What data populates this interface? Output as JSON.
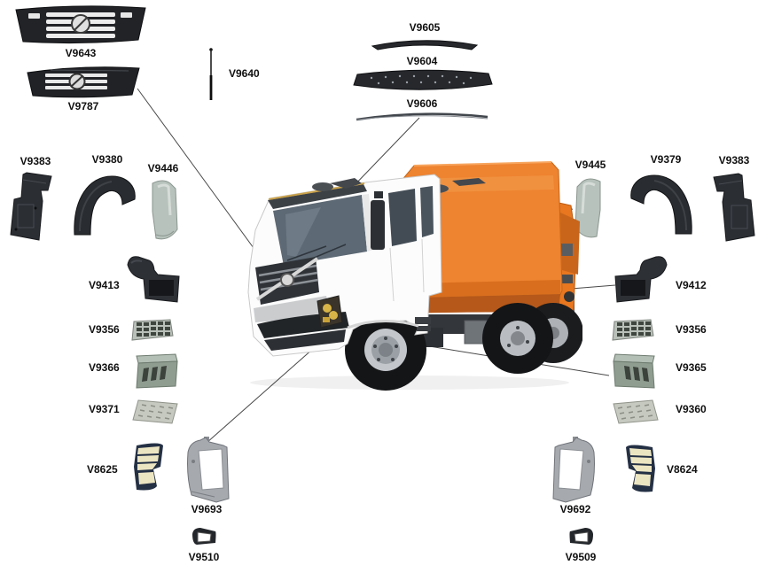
{
  "parts": {
    "v9643": {
      "label": "V9643"
    },
    "v9787": {
      "label": "V9787"
    },
    "v9640": {
      "label": "V9640"
    },
    "v9605": {
      "label": "V9605"
    },
    "v9604": {
      "label": "V9604"
    },
    "v9606": {
      "label": "V9606"
    },
    "v9383_left": {
      "label": "V9383"
    },
    "v9380": {
      "label": "V9380"
    },
    "v9446": {
      "label": "V9446"
    },
    "v9413": {
      "label": "V9413"
    },
    "v9356_left": {
      "label": "V9356"
    },
    "v9366": {
      "label": "V9366"
    },
    "v9371": {
      "label": "V9371"
    },
    "v8625": {
      "label": "V8625"
    },
    "v9693": {
      "label": "V9693"
    },
    "v9510": {
      "label": "V9510"
    },
    "v9445": {
      "label": "V9445"
    },
    "v9379": {
      "label": "V9379"
    },
    "v9383_right": {
      "label": "V9383"
    },
    "v9412": {
      "label": "V9412"
    },
    "v9356_right": {
      "label": "V9356"
    },
    "v9365": {
      "label": "V9365"
    },
    "v9360": {
      "label": "V9360"
    },
    "v9692": {
      "label": "V9692"
    },
    "v8624": {
      "label": "V8624"
    },
    "v9509": {
      "label": "V9509"
    }
  },
  "colors": {
    "truck_body_orange": "#EE8330",
    "cab_white": "#FCFCFC",
    "part_dark": "#26282C",
    "deflector_gray_green": "#B7C2BC",
    "lens_cream": "#ECE5C2",
    "lens_frame_navy": "#243044",
    "housing_metal_gray": "#A6AAAF",
    "leader_line": "#494949"
  }
}
